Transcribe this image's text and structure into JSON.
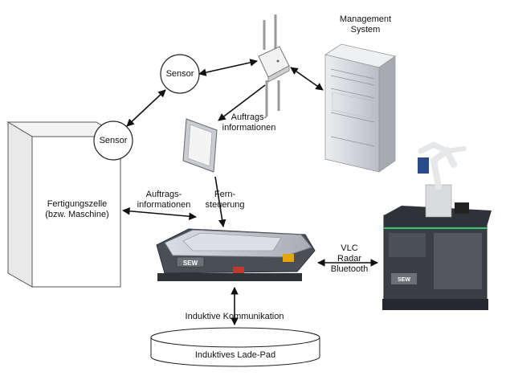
{
  "nodes": {
    "management_system": [
      "Management",
      "System"
    ],
    "sensor_top": "Sensor",
    "sensor_left": "Sensor",
    "fertigungszelle": [
      "Fertigungszelle",
      "(bzw. Maschine)"
    ],
    "auftragsinfo_top": [
      "Auftrags-",
      "informationen"
    ],
    "auftragsinfo_left": [
      "Auftrags-",
      "informationen"
    ],
    "fernsteuerung": [
      "Fern-",
      "steuerung"
    ],
    "wireless": [
      "VLC",
      "Radar",
      "Bluetooth"
    ],
    "induktive_kommunikation": "Induktive Kommunikation",
    "lade_pad": "Induktives Lade-Pad",
    "agv_brand": "SEW",
    "robot_brand": "SEW"
  },
  "colors": {
    "agv_body": "#4a4f56",
    "agv_top": "#c9ccd0",
    "agv_accent_red": "#c0392b",
    "agv_accent_yellow": "#e5a50a",
    "robot_base": "#3b3f44",
    "robot_stripe": "#2ecc71",
    "server": "#d6d8dc"
  }
}
